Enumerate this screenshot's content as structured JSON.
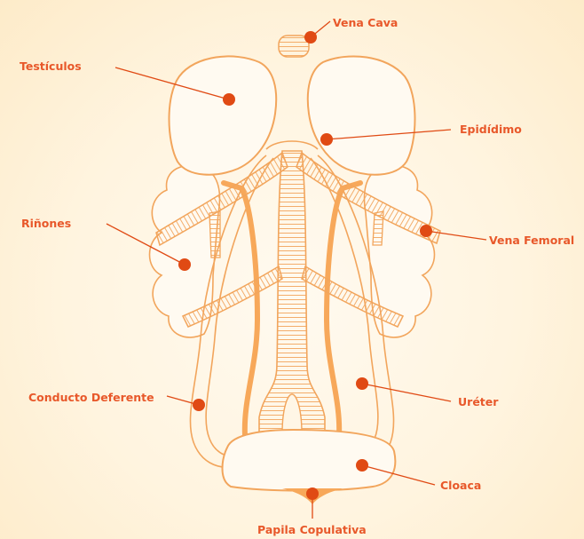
{
  "labels": {
    "vena_cava": "Vena Cava",
    "testiculos": "Testículos",
    "epididimo": "Epidídimo",
    "rinones": "Riñones",
    "vena_femoral": "Vena Femoral",
    "conducto_deferente": "Conducto Deferente",
    "ureter": "Uréter",
    "cloaca": "Cloaca",
    "papila_copulativa": "Papila Copulativa"
  },
  "colors": {
    "label": "#e8582a",
    "marker": "#e04a14",
    "outline": "#f2a55c",
    "background": "#fff4df"
  }
}
